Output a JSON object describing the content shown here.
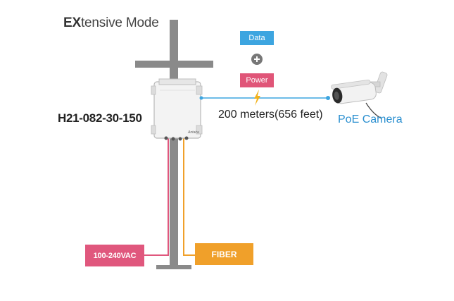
{
  "title": {
    "bold": "EX",
    "rest": "tensive Mode"
  },
  "model": "H21-082-30-150",
  "badges": {
    "data": "Data",
    "power": "Power"
  },
  "distance": "200 meters(656 feet)",
  "camera_label": "PoE Camera",
  "inputs": {
    "ac": "100-240VAC",
    "fiber": "FIBER"
  },
  "brand_mark": "Antaira",
  "icons": {
    "plus": "plus-circle-icon",
    "bolt": "lightning-bolt-icon"
  },
  "colors": {
    "data": "#3da5e0",
    "power": "#e05578",
    "ac": "#e0577d",
    "fiber": "#f0a02a",
    "camera_text": "#2a8fd0",
    "pole": "#8a8a8a"
  }
}
